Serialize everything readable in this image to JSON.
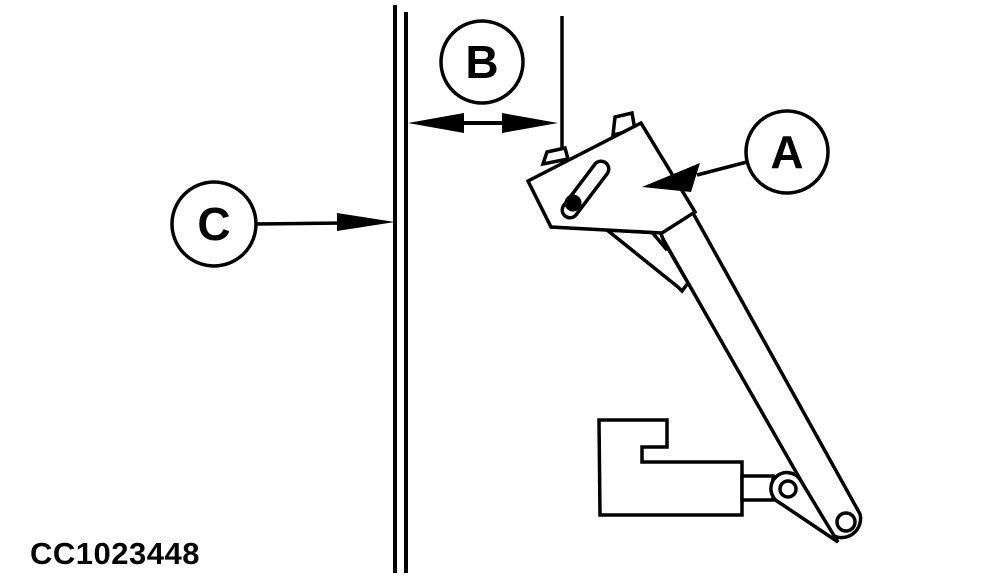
{
  "figure": {
    "code": "CC1023448"
  },
  "callouts": {
    "a": {
      "label": "A"
    },
    "b": {
      "label": "B"
    },
    "c": {
      "label": "C"
    }
  },
  "colors": {
    "line": "#000000",
    "background": "#ffffff"
  }
}
